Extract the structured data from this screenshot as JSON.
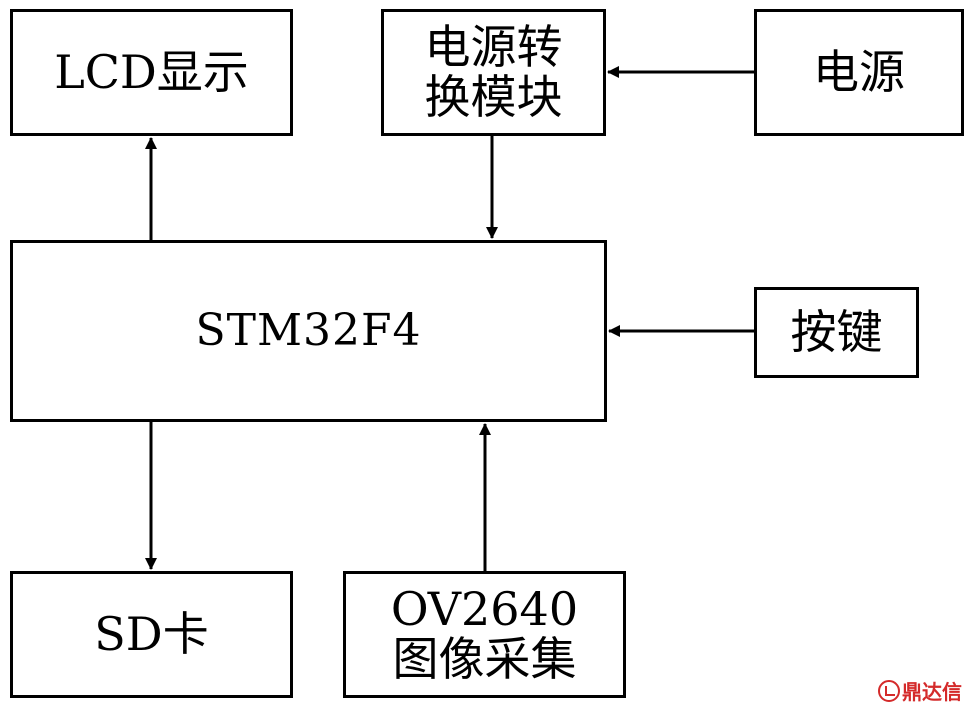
{
  "blocks": {
    "lcd": "LCD显示",
    "power_conversion": "电源转\n换模块",
    "power": "电源",
    "mcu": "STM32F4",
    "keys": "按键",
    "sd_card": "SD卡",
    "camera": "OV2640\n图像采集"
  },
  "watermark": {
    "text": "鼎达信",
    "color": "#d42a2a"
  },
  "colors": {
    "line": "#000000",
    "background": "#ffffff"
  }
}
